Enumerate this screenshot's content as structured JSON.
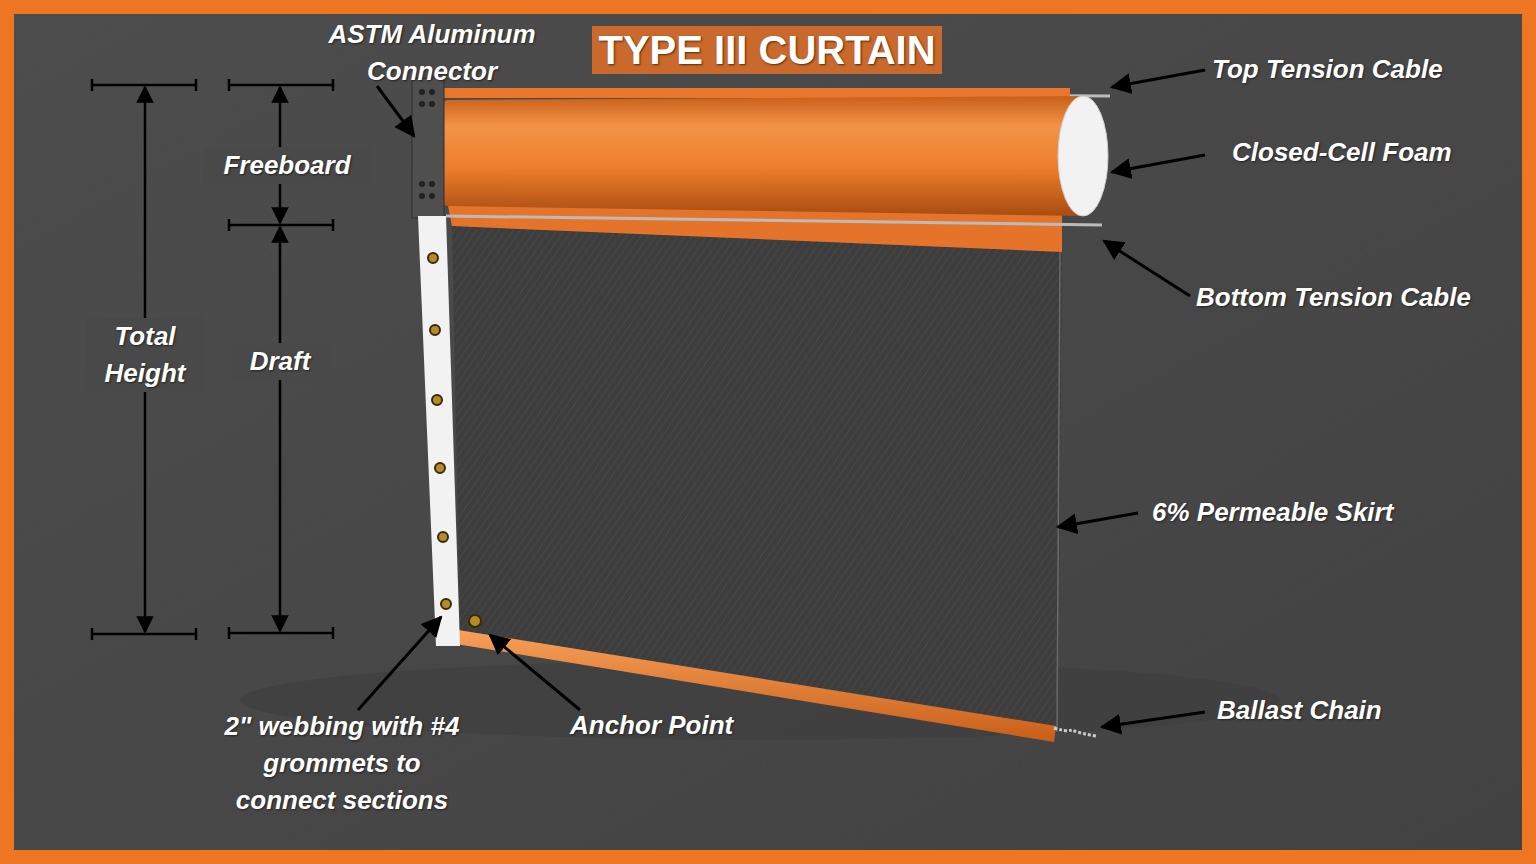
{
  "diagram": {
    "title": "TYPE III CURTAIN",
    "labels": [
      "ASTM Aluminum Connector",
      "Top Tension Cable",
      "Closed-Cell Foam",
      "Freeboard",
      "Total Height",
      "Draft",
      "Bottom Tension Cable",
      "6% Permeable Skirt",
      "Ballast Chain",
      "2\" webbing with #4 grommets to connect sections",
      "Anchor Point"
    ]
  }
}
